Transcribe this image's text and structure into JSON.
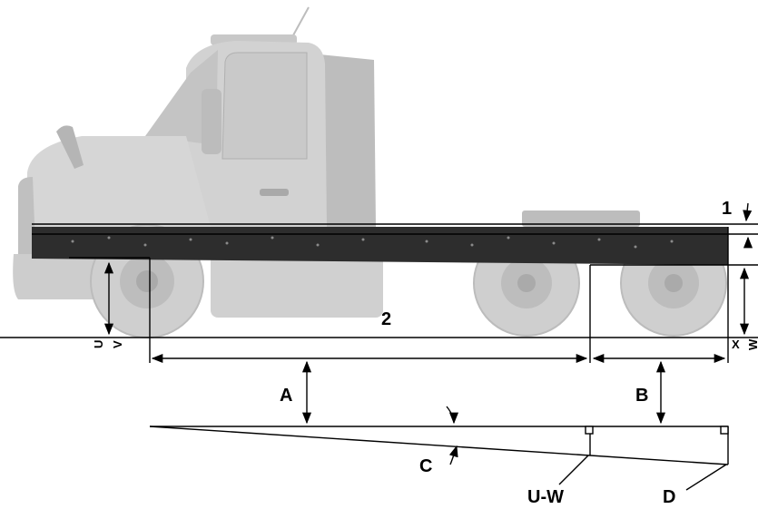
{
  "labels": {
    "callout_1": "1",
    "callout_2": "2",
    "dim_A": "A",
    "dim_B": "B",
    "dim_C": "C",
    "dim_D": "D",
    "dim_U": "U",
    "dim_V": "V",
    "dim_X": "X",
    "dim_W": "W",
    "dim_UW": "U-W"
  },
  "colors": {
    "truck_body": "#d4d4d4",
    "truck_dark": "#b9b9b9",
    "frame": "#2a2a2a",
    "wheel": "#cfcfcf",
    "line": "#000000"
  }
}
